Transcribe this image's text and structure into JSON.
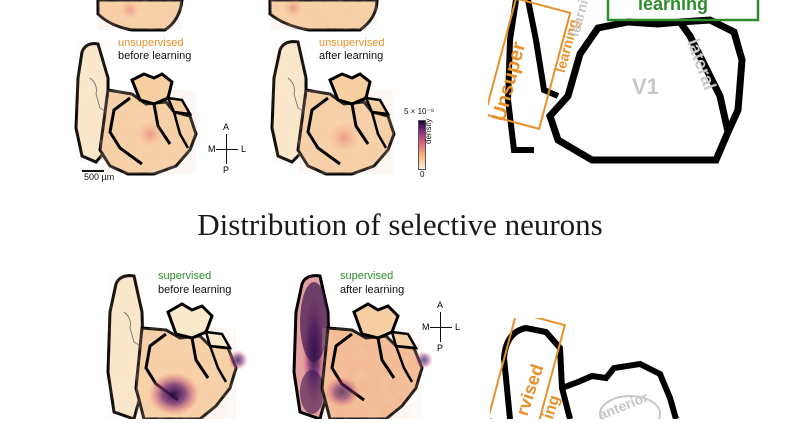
{
  "title": "Distribution of selective neurons",
  "top_left_panel": {
    "condition": "unsupervised",
    "stage": "before learning",
    "condition_color": "#e8902a"
  },
  "top_right_panel": {
    "condition": "unsupervised",
    "stage": "after learning",
    "condition_color": "#e8902a"
  },
  "bottom_left_panel": {
    "condition": "supervised",
    "stage": "before learning",
    "condition_color": "#2e8b2e"
  },
  "bottom_right_panel": {
    "condition": "supervised",
    "stage": "after learning",
    "condition_color": "#2e8b2e"
  },
  "scale_bar": "500 µm",
  "compass": {
    "anterior": "A",
    "posterior": "P",
    "medial": "M",
    "lateral": "L"
  },
  "colorbar": {
    "max": "5 × 10⁻⁸",
    "min": "0",
    "label": "density"
  },
  "schematic_top": {
    "box_unsupervised": "Unsuper",
    "box_learning_top": "learning",
    "box_supervised_learning": "learning",
    "region_v1": "V1",
    "region_lateral": "lateral",
    "small_learning": "learning"
  },
  "schematic_bottom": {
    "box_supervised": "rvised",
    "box_learning": "ing",
    "region_anterior": "anterior"
  },
  "colors": {
    "unsupervised": "#e8902a",
    "supervised": "#2e8b2e",
    "map_base": "#f7d7a8",
    "map_dense": "#2a0f44"
  }
}
